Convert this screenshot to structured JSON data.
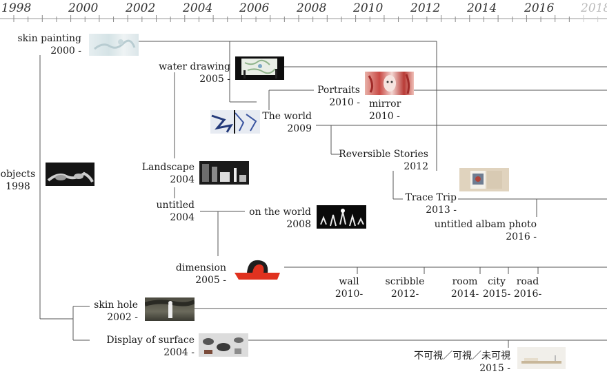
{
  "timeline": {
    "years": [
      "1998",
      "2000",
      "2002",
      "2004",
      "2006",
      "2008",
      "2010",
      "2012",
      "2014",
      "2016",
      "2018"
    ]
  },
  "nodes": {
    "skin_painting": {
      "title": "skin painting",
      "year": "2000 -"
    },
    "water_drawing": {
      "title": "water drawing",
      "year": "2005 -"
    },
    "portraits": {
      "title": "Portraits",
      "year": "2010 -"
    },
    "mirror": {
      "title": "mirror",
      "year": "2010 -"
    },
    "the_world": {
      "title": "The world",
      "year": "2009"
    },
    "reversible_stories": {
      "title": "Reversible Stories",
      "year": "2012"
    },
    "objects": {
      "title": "objects",
      "year": "1998"
    },
    "landscape": {
      "title": "Landscape",
      "year": "2004"
    },
    "trace_trip": {
      "title": "Trace Trip",
      "year": "2013 -"
    },
    "untitled": {
      "title": "untitled",
      "year": "2004"
    },
    "on_the_world": {
      "title": "on the world",
      "year": "2008"
    },
    "untitled_album": {
      "title": "untitled albam photo",
      "year": "2016 -"
    },
    "dimension": {
      "title": "dimension",
      "year": "2005 -"
    },
    "wall": {
      "title": "wall",
      "year": "2010-"
    },
    "scribble": {
      "title": "scribble",
      "year": "2012-"
    },
    "room": {
      "title": "room",
      "year": "2014-"
    },
    "city": {
      "title": "city",
      "year": "2015-"
    },
    "road": {
      "title": "road",
      "year": "2016-"
    },
    "skin_hole": {
      "title": "skin hole",
      "year": "2002 -"
    },
    "display_of_surface": {
      "title": "Display of surface",
      "year": "2004 -"
    },
    "invisible_visible": {
      "title": "不可視／可視／未可視",
      "year": "2015 -"
    }
  }
}
